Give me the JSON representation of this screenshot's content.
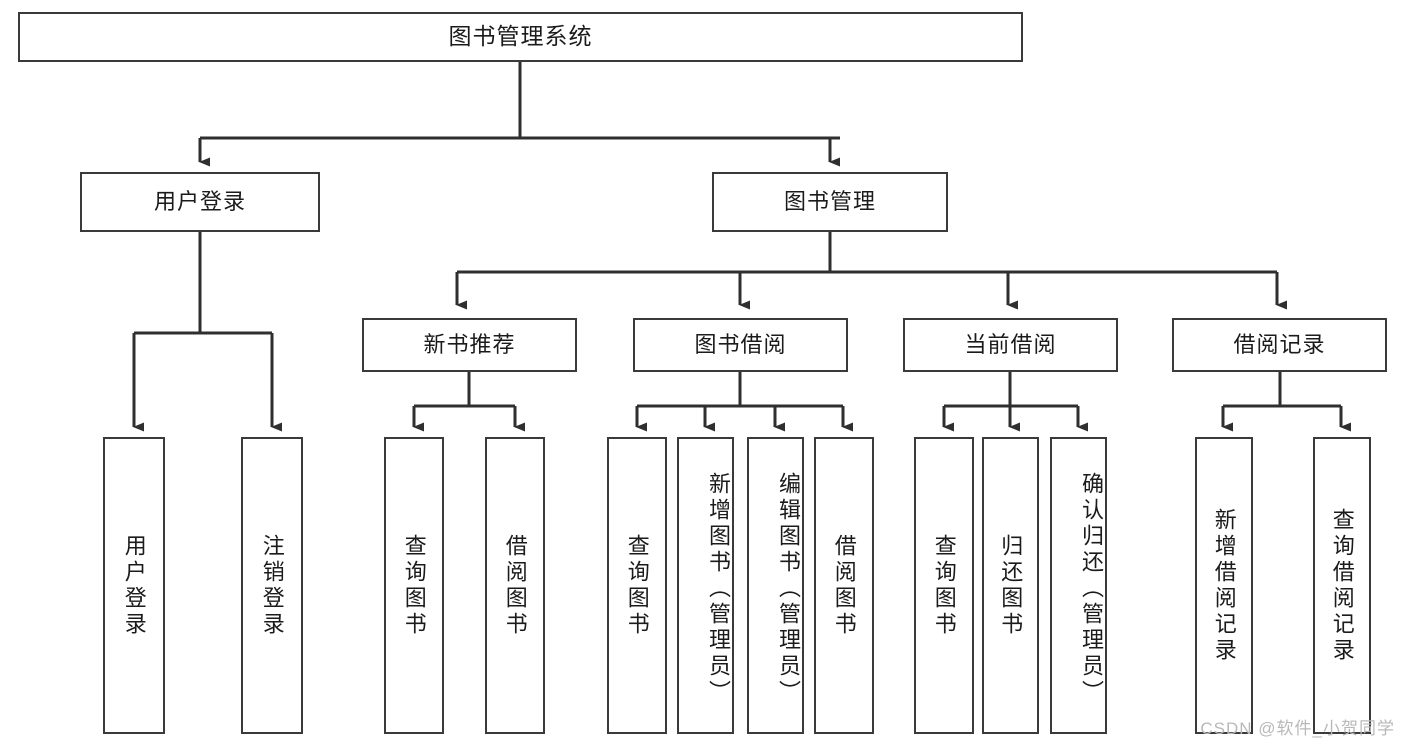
{
  "diagram": {
    "title": "图书管理系统",
    "type": "tree-hierarchy-chart",
    "levels": [
      {
        "level": 1,
        "nodes": [
          {
            "id": "root",
            "label": "图书管理系统"
          }
        ]
      },
      {
        "level": 2,
        "nodes": [
          {
            "id": "user-login",
            "label": "用户登录"
          },
          {
            "id": "book-manage",
            "label": "图书管理"
          }
        ]
      },
      {
        "level": 3,
        "nodes": [
          {
            "id": "new-book-rec",
            "label": "新书推荐"
          },
          {
            "id": "book-borrow",
            "label": "图书借阅"
          },
          {
            "id": "current-borrow",
            "label": "当前借阅"
          },
          {
            "id": "borrow-record",
            "label": "借阅记录"
          }
        ]
      },
      {
        "level": 4,
        "nodes": [
          {
            "id": "leaf-user-login",
            "label": "用户登录"
          },
          {
            "id": "leaf-logout-login",
            "label": "注销登录"
          },
          {
            "id": "leaf-query-book-1",
            "label": "查询图书"
          },
          {
            "id": "leaf-borrow-book-1",
            "label": "借阅图书"
          },
          {
            "id": "leaf-query-book-2",
            "label": "查询图书"
          },
          {
            "id": "leaf-add-book-admin",
            "label": "新增图书（管理员）"
          },
          {
            "id": "leaf-edit-book-admin",
            "label": "编辑图书（管理员）"
          },
          {
            "id": "leaf-borrow-book-2",
            "label": "借阅图书"
          },
          {
            "id": "leaf-query-book-3",
            "label": "查询图书"
          },
          {
            "id": "leaf-return-book",
            "label": "归还图书"
          },
          {
            "id": "leaf-confirm-return-admin",
            "label": "确认归还（管理员）"
          },
          {
            "id": "leaf-add-borrow-record",
            "label": "新增借阅记录"
          },
          {
            "id": "leaf-query-borrow-record",
            "label": "查询借阅记录"
          }
        ]
      }
    ]
  },
  "watermark": {
    "text": "CSDN @软件_小贺同学"
  },
  "colors": {
    "box_border": "#3a3a3a",
    "text": "#1b1b1b",
    "background": "#ffffff",
    "connector": "#2f2f2f",
    "watermark": "#b9b9b9"
  }
}
